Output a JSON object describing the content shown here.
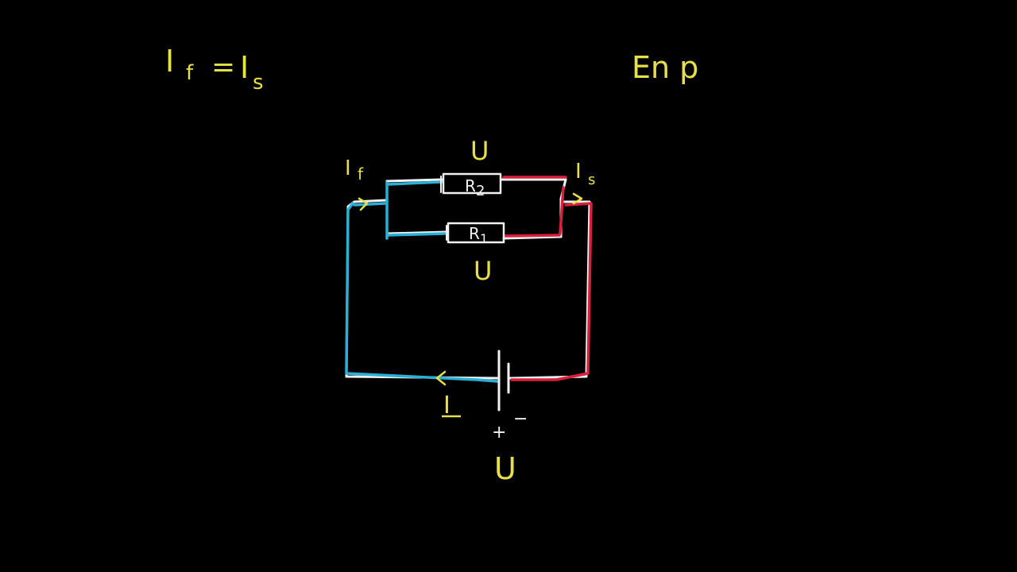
{
  "colors": {
    "background": "#000000",
    "yellow": "#e6e04a",
    "blue": "#2ab0d6",
    "red": "#d8203c",
    "white": "#f2f2f2"
  },
  "notes": {
    "equation": {
      "left": "I",
      "left_sub": "f",
      "equals": "=",
      "right": "I",
      "right_sub": "s"
    },
    "heading_partial": "En p"
  },
  "circuit": {
    "top_branch_voltage": "U",
    "bottom_branch_voltage": "U",
    "resistor_top": {
      "letter": "R",
      "sub": "2"
    },
    "resistor_bottom": {
      "letter": "R",
      "sub": "1"
    },
    "current_in": {
      "letter": "I",
      "sub": "f"
    },
    "current_out": {
      "letter": "I",
      "sub": "s"
    },
    "main_current": "I",
    "battery": {
      "plus": "+",
      "minus": "−",
      "voltage": "U"
    }
  }
}
